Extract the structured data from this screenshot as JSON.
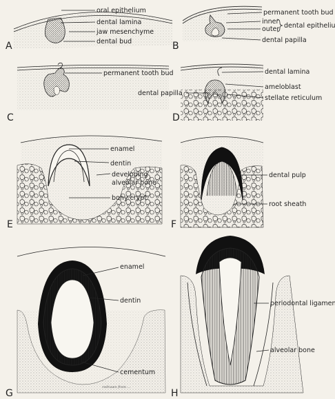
{
  "panels": [
    {
      "id": "A",
      "letter": "A",
      "labels": [
        "oral epithelium",
        "dental lamina",
        "jaw mesenchyme",
        "dental bud"
      ]
    },
    {
      "id": "B",
      "letter": "B",
      "labels": [
        "permanent tooth bud",
        "inner",
        "outer",
        "dental epithelium",
        "dental papilla"
      ]
    },
    {
      "id": "C",
      "letter": "C",
      "labels": [
        "permanent tooth bud"
      ]
    },
    {
      "id": "D",
      "letter": "D",
      "labels": [
        "dental lamina",
        "ameloblast",
        "dental papilla",
        "stellate reticulum"
      ]
    },
    {
      "id": "E",
      "letter": "E",
      "labels": [
        "enamel",
        "dentin",
        "developing",
        "alveolar bone",
        "bony crypt"
      ]
    },
    {
      "id": "F",
      "letter": "F",
      "labels": [
        "dental pulp",
        "root sheath"
      ]
    },
    {
      "id": "G",
      "letter": "G",
      "labels": [
        "enamel",
        "dentin",
        "cementum"
      ]
    },
    {
      "id": "H",
      "letter": "H",
      "labels": [
        "periodontal ligament",
        "alveolar bone"
      ]
    }
  ],
  "signature": "redrawn from ..."
}
